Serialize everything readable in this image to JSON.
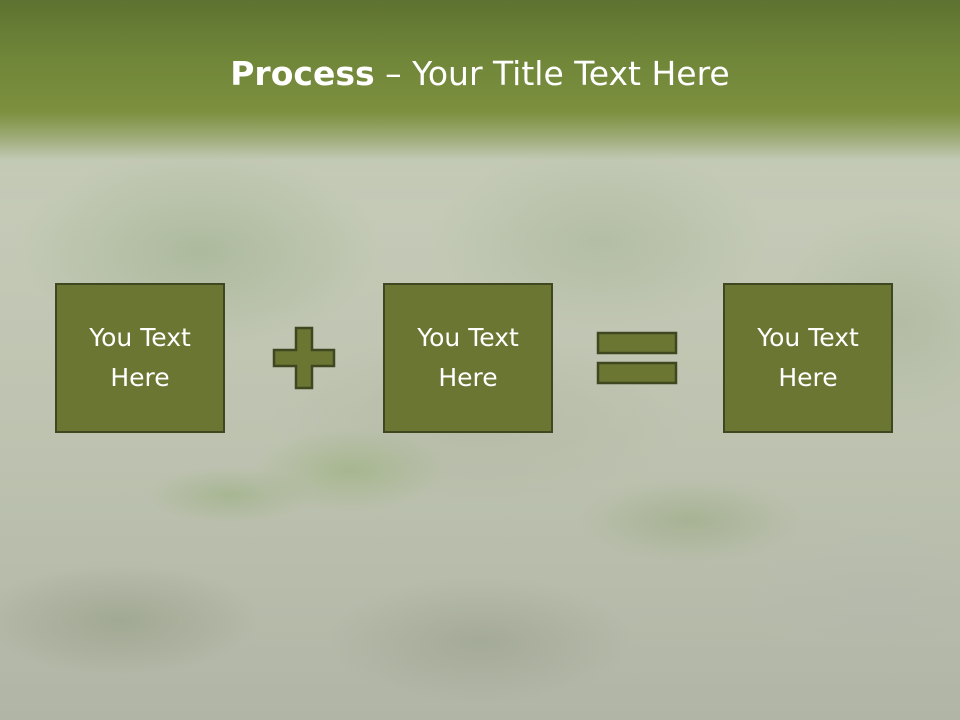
{
  "slide": {
    "title": {
      "strong": "Process",
      "separator": " – ",
      "rest": "Your Title Text Here"
    },
    "boxes": [
      {
        "line1": "You Text",
        "line2": "Here"
      },
      {
        "line1": "You Text",
        "line2": "Here"
      },
      {
        "line1": "You Text",
        "line2": "Here"
      }
    ],
    "operators": {
      "first": "plus-icon",
      "second": "equals-icon"
    },
    "colors": {
      "header": "#7c903f",
      "box_fill": "#6b7632",
      "box_border": "#3f4720",
      "text": "#ffffff"
    }
  }
}
